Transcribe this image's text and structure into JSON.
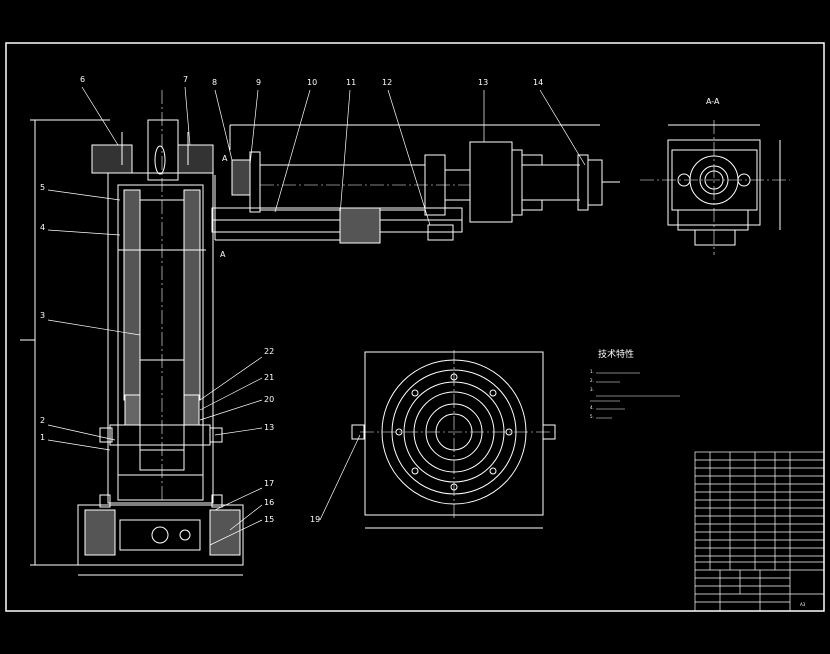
{
  "drawing": {
    "section_label": "A-A",
    "section_marker_top": "A",
    "section_marker_bottom": "A",
    "part_labels": [
      "1",
      "2",
      "3",
      "4",
      "5",
      "6",
      "7",
      "8",
      "9",
      "10",
      "11",
      "12",
      "13",
      "14",
      "15",
      "16",
      "17",
      "19",
      "20",
      "21",
      "22",
      "13"
    ],
    "tech_notes": {
      "title": "技术特性",
      "lines": [
        "1.",
        "2.",
        "3.",
        "",
        "4.",
        "5."
      ]
    },
    "title_block": {
      "sheet": "A3"
    }
  }
}
